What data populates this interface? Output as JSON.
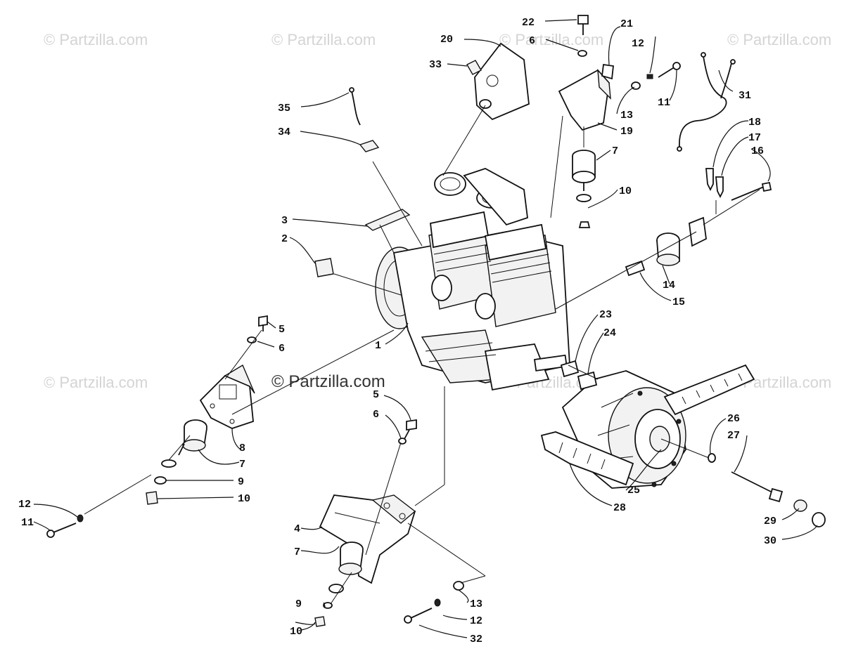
{
  "watermarks": [
    {
      "text": "© Partzilla.com"
    },
    {
      "text": "© Partzilla.com"
    },
    {
      "text": "© Partzilla.com"
    },
    {
      "text": "© Partzilla.com"
    },
    {
      "text": "© Partzilla.com"
    },
    {
      "text": "© Partzilla.com"
    },
    {
      "text": "© Partzilla.com"
    },
    {
      "text": "© Partzilla.com"
    }
  ],
  "callouts": [
    "22",
    "21",
    "12",
    "6",
    "20",
    "33",
    "11",
    "35",
    "13",
    "19",
    "31",
    "18",
    "17",
    "16",
    "34",
    "7",
    "10",
    "3",
    "2",
    "14",
    "15",
    "5",
    "6",
    "1",
    "23",
    "24",
    "8",
    "7",
    "9",
    "10",
    "12",
    "11",
    "5",
    "6",
    "4",
    "7",
    "25",
    "28",
    "26",
    "27",
    "29",
    "30",
    "13",
    "9",
    "12",
    "10",
    "32"
  ]
}
